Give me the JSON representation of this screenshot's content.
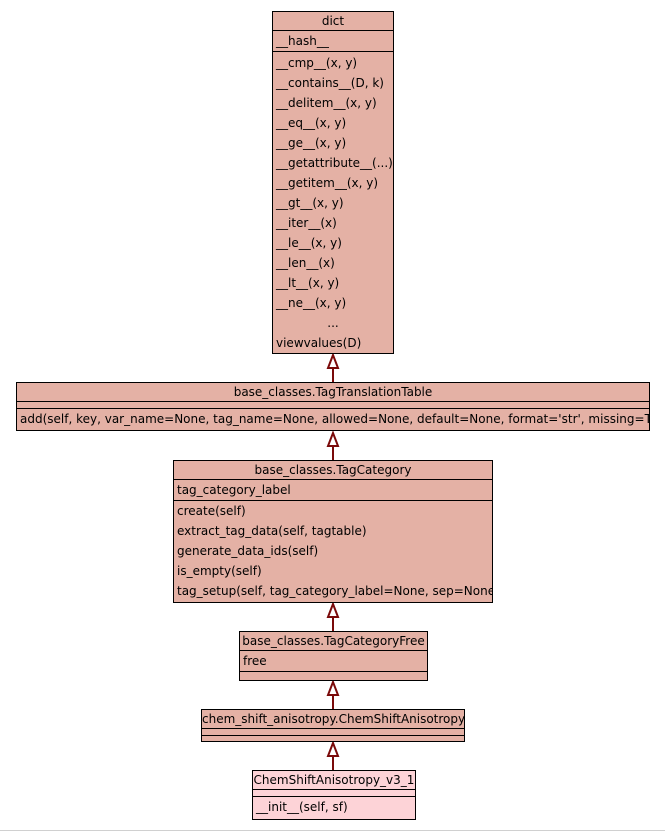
{
  "colors": {
    "node_fill": "#e4b1a5",
    "leaf_fill": "#fdd3d7",
    "edge": "#7a0a0a"
  },
  "nodes": {
    "dict": {
      "title": "dict",
      "attrs": [
        "__hash__"
      ],
      "methods": [
        "__cmp__(x, y)",
        "__contains__(D, k)",
        "__delitem__(x, y)",
        "__eq__(x, y)",
        "__ge__(x, y)",
        "__getattribute__(...)",
        "__getitem__(x, y)",
        "__gt__(x, y)",
        "__iter__(x)",
        "__le__(x, y)",
        "__len__(x)",
        "__lt__(x, y)",
        "__ne__(x, y)",
        "...",
        "viewvalues(D)"
      ]
    },
    "translation_table": {
      "title": "base_classes.TagTranslationTable",
      "methods": [
        "add(self, key, var_name=None, tag_name=None, allowed=None, default=None, format='str', missing=True)"
      ]
    },
    "tag_category": {
      "title": "base_classes.TagCategory",
      "attrs": [
        "tag_category_label"
      ],
      "methods": [
        "create(self)",
        "extract_tag_data(self, tagtable)",
        "generate_data_ids(self)",
        "is_empty(self)",
        "tag_setup(self, tag_category_label=None, sep=None)"
      ]
    },
    "tag_category_free": {
      "title": "base_classes.TagCategoryFree",
      "attrs": [
        "free"
      ]
    },
    "chem_shift": {
      "title": "chem_shift_anisotropy.ChemShiftAnisotropy"
    },
    "chem_shift_v3": {
      "title": "ChemShiftAnisotropy_v3_1",
      "methods": [
        "__init__(self, sf)"
      ]
    }
  }
}
